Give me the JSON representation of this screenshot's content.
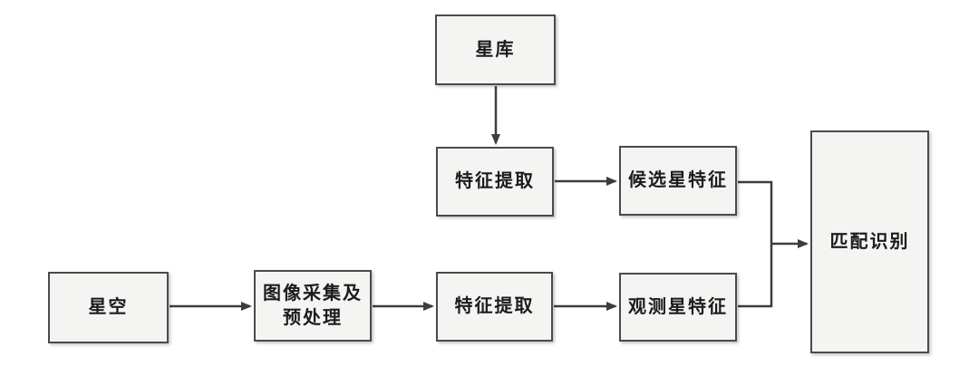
{
  "diagram": {
    "type": "flowchart",
    "language": "zh-CN",
    "nodes": {
      "star_catalog": {
        "label": "星库"
      },
      "feature_extraction_catalog": {
        "label": "特征提取"
      },
      "candidate_star_features": {
        "label": "候选星特征"
      },
      "star_sky": {
        "label": "星空"
      },
      "image_acquisition_preprocessing": {
        "label": "图像采集及\n预处理"
      },
      "feature_extraction_observed": {
        "label": "特征提取"
      },
      "observed_star_features": {
        "label": "观测星特征"
      },
      "matching_recognition": {
        "label": "匹配识别"
      }
    },
    "edges": [
      {
        "from": "star_catalog",
        "to": "feature_extraction_catalog",
        "arrow": true
      },
      {
        "from": "feature_extraction_catalog",
        "to": "candidate_star_features",
        "arrow": true
      },
      {
        "from": "star_sky",
        "to": "image_acquisition_preprocessing",
        "arrow": true
      },
      {
        "from": "image_acquisition_preprocessing",
        "to": "feature_extraction_observed",
        "arrow": true
      },
      {
        "from": "feature_extraction_observed",
        "to": "observed_star_features",
        "arrow": true
      },
      {
        "from": "candidate_star_features",
        "to": "matching_recognition",
        "arrow": true,
        "via": "merge-junction"
      },
      {
        "from": "observed_star_features",
        "to": "matching_recognition",
        "arrow": true,
        "via": "merge-junction"
      }
    ],
    "colors": {
      "background": "#ffffff",
      "box_fill": "#f4f4f2",
      "box_border": "#4a4a4a",
      "line": "#3d3d3d",
      "text": "#1c1c1c"
    }
  }
}
